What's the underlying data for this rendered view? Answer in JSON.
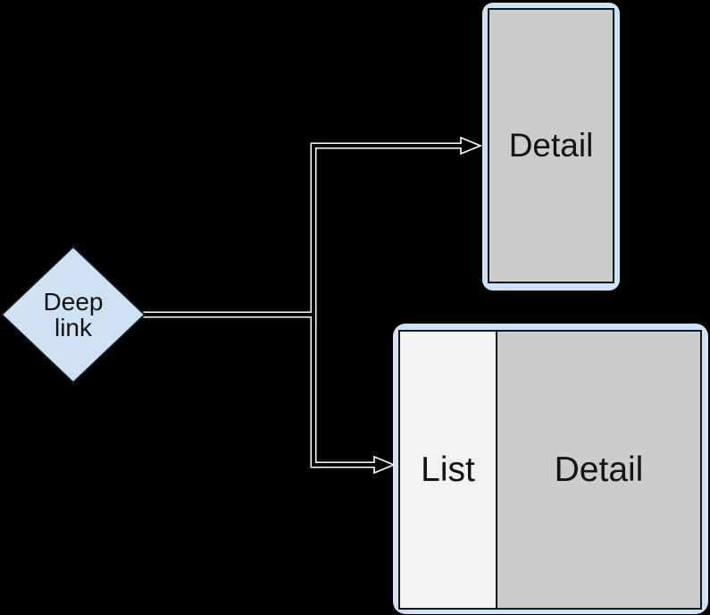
{
  "canvas": {
    "background": "#000000"
  },
  "colors": {
    "shape_fill_blue": "#cfe2f3",
    "shape_border_dark": "#151b26",
    "screen_gray": "#cccccc",
    "list_pane_light": "#f2f2f2",
    "inner_border_black": "#161616",
    "connector_stroke_white": "#ffffff",
    "text_black": "#131313"
  },
  "nodes": {
    "deep_link": {
      "shape": "diamond",
      "label": "Deep\nlink"
    },
    "phone_layout": {
      "shape": "rounded-device-frame",
      "detail_label": "Detail"
    },
    "tablet_layout": {
      "shape": "rounded-device-frame",
      "list_label": "List",
      "detail_label": "Detail"
    }
  },
  "connectors": [
    {
      "name": "deep-link-to-phone-detail",
      "style": "hollow-elbow",
      "arrowhead": "hollow-triangle-right"
    },
    {
      "name": "deep-link-to-tablet-list-detail",
      "style": "hollow-elbow",
      "arrowhead": "hollow-triangle-right"
    }
  ]
}
